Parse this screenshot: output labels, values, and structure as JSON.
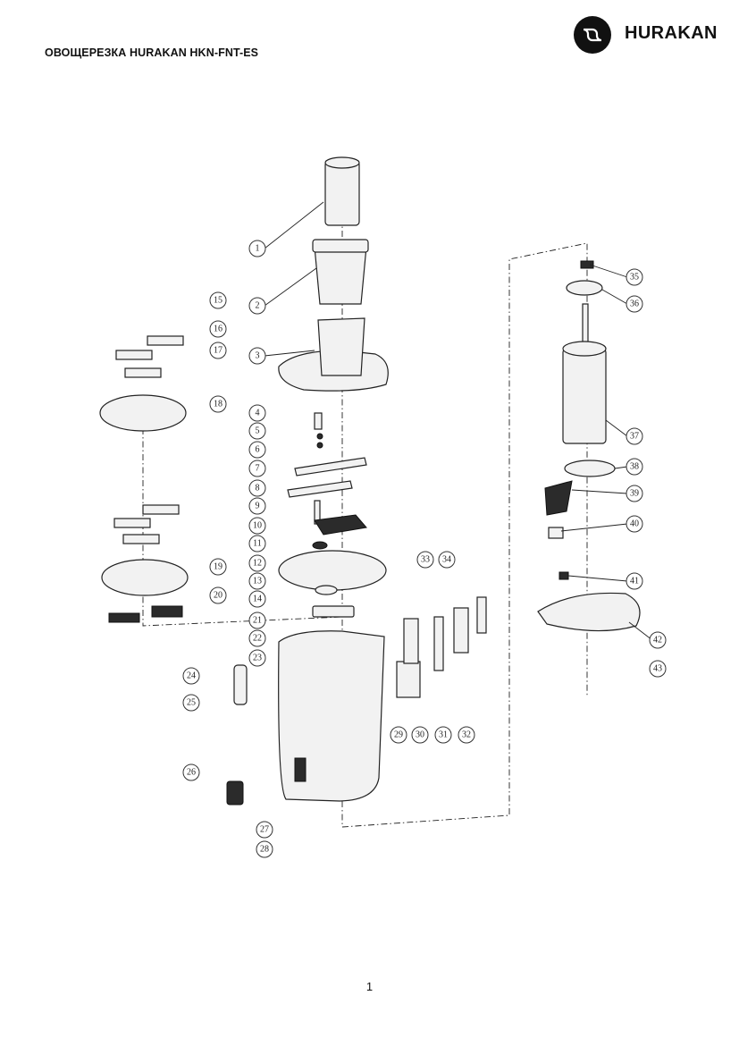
{
  "header": {
    "title": "ОВОЩЕРЕЗКА HURAKAN HKN-FNT-ES",
    "brand": "HURAKAN"
  },
  "footer": {
    "page_number": "1"
  },
  "diagram": {
    "callouts": [
      "1",
      "2",
      "3",
      "4",
      "5",
      "6",
      "7",
      "8",
      "9",
      "10",
      "11",
      "12",
      "13",
      "14",
      "15",
      "16",
      "17",
      "18",
      "19",
      "20",
      "21",
      "22",
      "23",
      "24",
      "25",
      "26",
      "27",
      "28",
      "29",
      "30",
      "31",
      "32",
      "33",
      "34",
      "35",
      "36",
      "37",
      "38",
      "39",
      "40",
      "41",
      "42",
      "43"
    ]
  }
}
